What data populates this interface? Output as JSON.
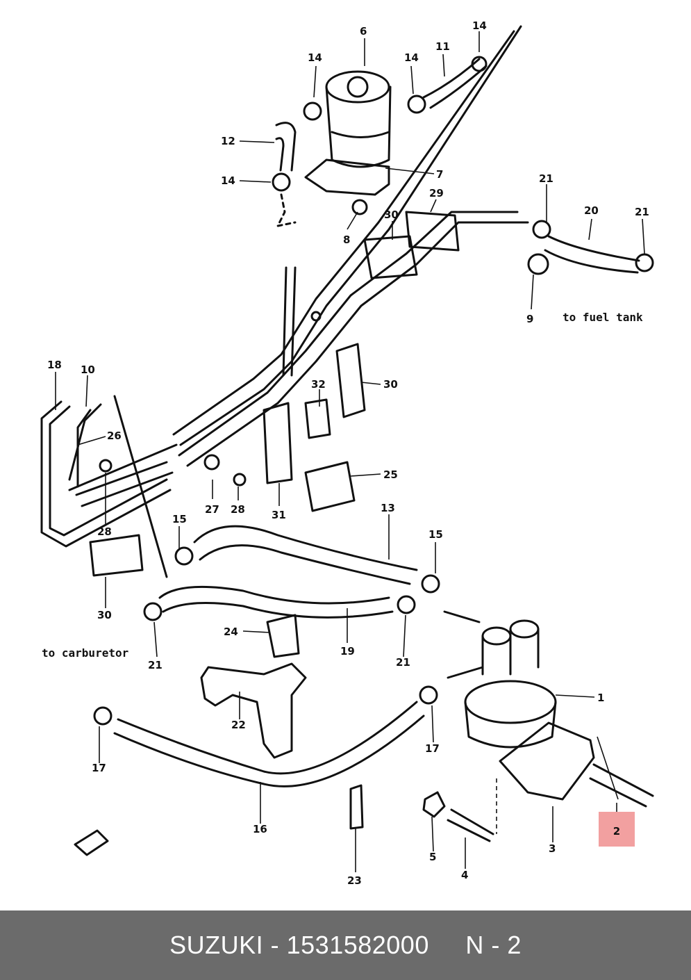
{
  "highlight_label": "2",
  "notes": {
    "fuel_tank": "to fuel tank",
    "carburetor": "to carburetor"
  },
  "callouts": {
    "c1": "1",
    "c3": "3",
    "c4": "4",
    "c5": "5",
    "c6": "6",
    "c7": "7",
    "c8": "8",
    "c9": "9",
    "c10": "10",
    "c11": "11",
    "c12": "12",
    "c13": "13",
    "c14a": "14",
    "c14b": "14",
    "c14c": "14",
    "c14d": "14",
    "c15a": "15",
    "c15b": "15",
    "c16": "16",
    "c17a": "17",
    "c17b": "17",
    "c18": "18",
    "c19": "19",
    "c20": "20",
    "c21a": "21",
    "c21b": "21",
    "c21c": "21",
    "c21d": "21",
    "c22": "22",
    "c23": "23",
    "c24": "24",
    "c25": "25",
    "c26": "26",
    "c27": "27",
    "c28a": "28",
    "c28b": "28",
    "c29": "29",
    "c30a": "30",
    "c30b": "30",
    "c30c": "30",
    "c31": "31",
    "c32": "32"
  },
  "colors": {
    "footer_bg": "#6b6b6b",
    "highlight": "#f2a0a0",
    "line": "#111111"
  },
  "footer": {
    "brand": "SUZUKI",
    "separator": " - ",
    "part_number": "1531582000",
    "gap": "     ",
    "page": "N - 2"
  }
}
